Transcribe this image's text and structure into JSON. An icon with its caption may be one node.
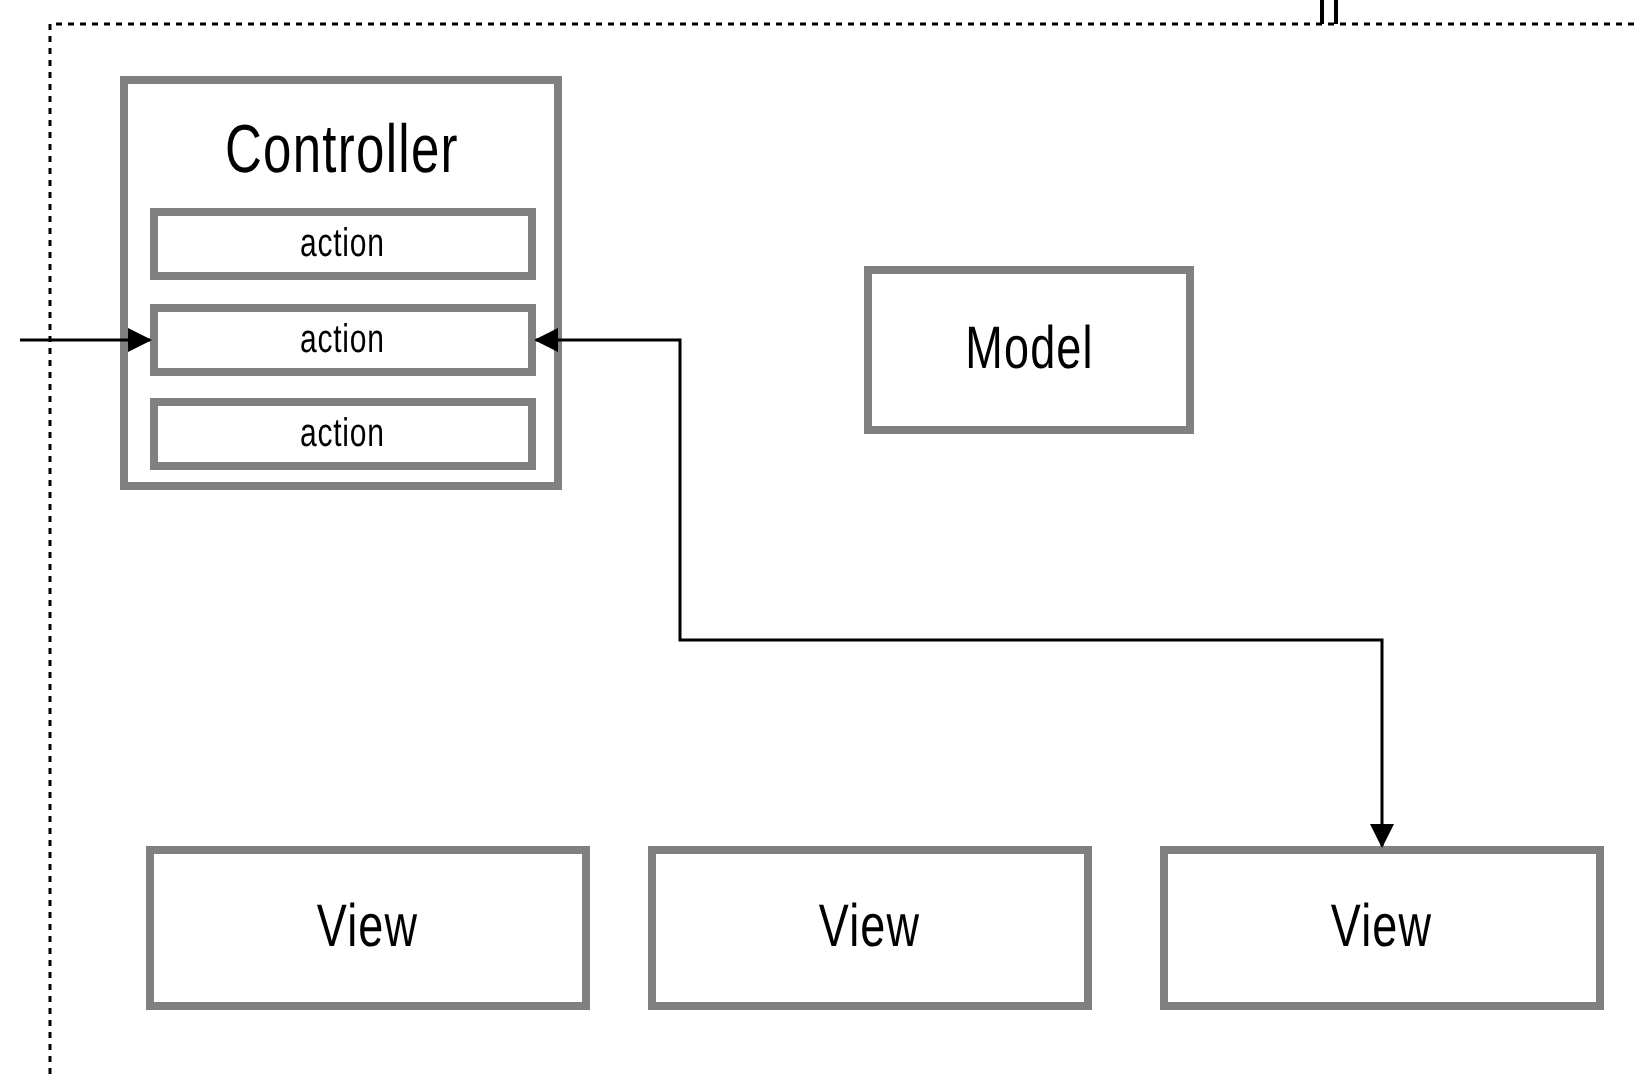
{
  "diagram": {
    "nodes": [
      {
        "text": [
          "Controller"
        ]
      },
      {
        "text": [
          "action"
        ],
        "in": 0
      },
      {
        "text": [
          "action"
        ],
        "in": 0
      },
      {
        "text": [
          "action"
        ],
        "in": 0
      },
      {
        "text": [
          "Model"
        ]
      },
      {
        "text": [
          "View"
        ]
      },
      {
        "text": [
          "View"
        ]
      },
      {
        "text": [
          "View"
        ]
      }
    ],
    "edges": [
      {
        "from": null,
        "to": 2,
        "arrow": "to"
      },
      {
        "from": 2,
        "to": 7,
        "arrow": "both"
      }
    ]
  }
}
